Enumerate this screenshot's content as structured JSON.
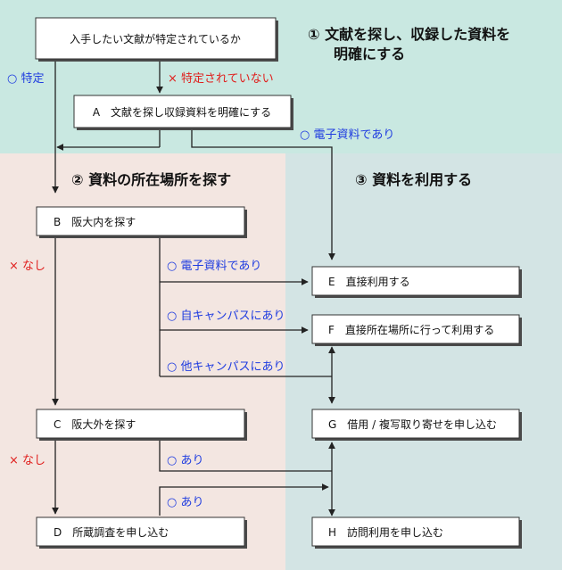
{
  "sections": {
    "s1": "① 文献を探し、収録した資料を",
    "s1b": "明確にする",
    "s2": "② 資料の所在場所を探す",
    "s3": "③ 資料を利用する"
  },
  "nodes": {
    "start": "入手したい文献が特定されているか",
    "A": "A　文献を探し収録資料を明確にする",
    "B": "B　阪大内を探す",
    "C": "C　阪大外を探す",
    "D": "D　所蔵調査を申し込む",
    "E": "E　直接利用する",
    "F": "F　直接所在場所に行って利用する",
    "G": "G　借用 / 複写取り寄せを申し込む",
    "H": "H　訪問利用を申し込む"
  },
  "edges": {
    "identified": "○ 特定",
    "not_identified": "× 特定されていない",
    "electronic_a": "○ 電子資料であり",
    "none_b": "× なし",
    "electronic_b": "○ 電子資料であり",
    "own_campus": "○ 自キャンパスにあり",
    "other_campus": "○ 他キャンパスにあり",
    "none_c": "× なし",
    "exists_c": "○ あり",
    "exists_d": "○ あり"
  },
  "colors": {
    "band_top": "#c9e8e1",
    "band_left": "#f3e6e1",
    "band_right": "#d3e4e4",
    "line": "#222222",
    "node_fill": "#ffffff",
    "node_shadow": "#4a4a4a",
    "text_blue": "#1f3ce0",
    "text_red": "#e0201e",
    "text_dark": "#111111"
  }
}
